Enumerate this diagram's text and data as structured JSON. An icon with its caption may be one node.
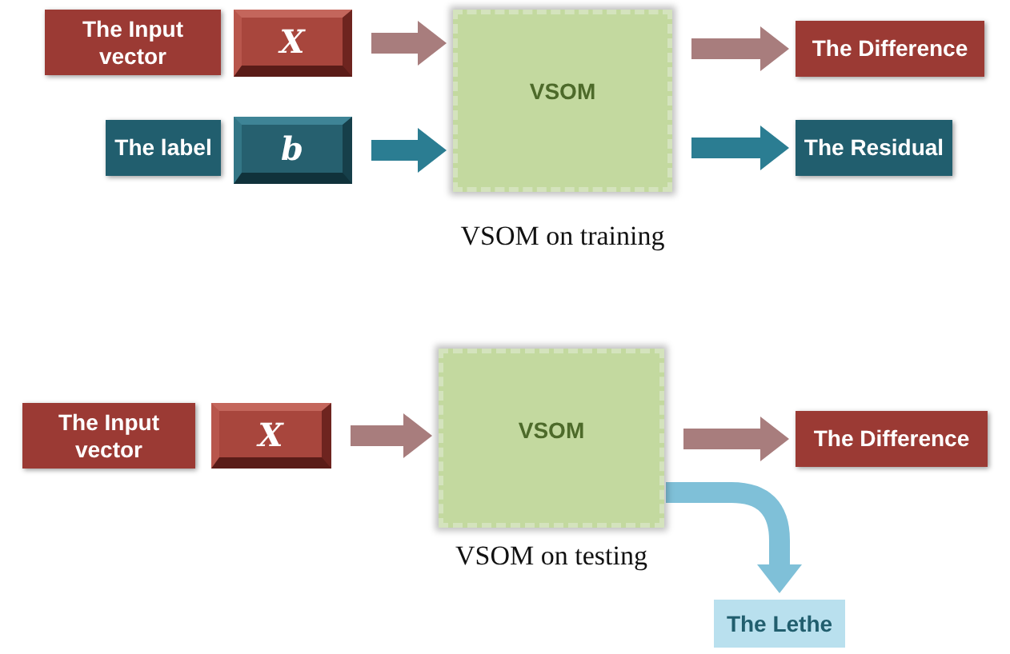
{
  "diagram": {
    "nodes": [
      {
        "text": [
          "The Input vector"
        ]
      },
      {
        "text": [
          "X"
        ]
      },
      {
        "text": [
          "VSOM"
        ],
        "beside": [
          "VSOM on training"
        ]
      },
      {
        "text": [
          "The label"
        ]
      },
      {
        "text": [
          "b"
        ]
      },
      {
        "text": [
          "The Difference"
        ]
      },
      {
        "text": [
          "The Residual"
        ]
      },
      {
        "text": [
          "The Input vector"
        ]
      },
      {
        "text": [
          "X"
        ]
      },
      {
        "text": [
          "VSOM"
        ],
        "beside": [
          "VSOM on testing"
        ]
      },
      {
        "text": [
          "The Difference"
        ]
      },
      {
        "text": [
          "The Lethe"
        ]
      }
    ],
    "edges": [
      {
        "from": 1,
        "to": 2,
        "arrow": "to"
      },
      {
        "from": 4,
        "to": 2,
        "arrow": "to",
        "color": "#2b7d92"
      },
      {
        "from": 2,
        "to": 5,
        "arrow": "to"
      },
      {
        "from": 2,
        "to": 6,
        "arrow": "to",
        "color": "#2b7d92"
      },
      {
        "from": 8,
        "to": 9,
        "arrow": "to"
      },
      {
        "from": 9,
        "to": 10,
        "arrow": "to"
      },
      {
        "from": 9,
        "to": 11,
        "arrow": "to",
        "color": "#7fc0d8"
      }
    ]
  }
}
